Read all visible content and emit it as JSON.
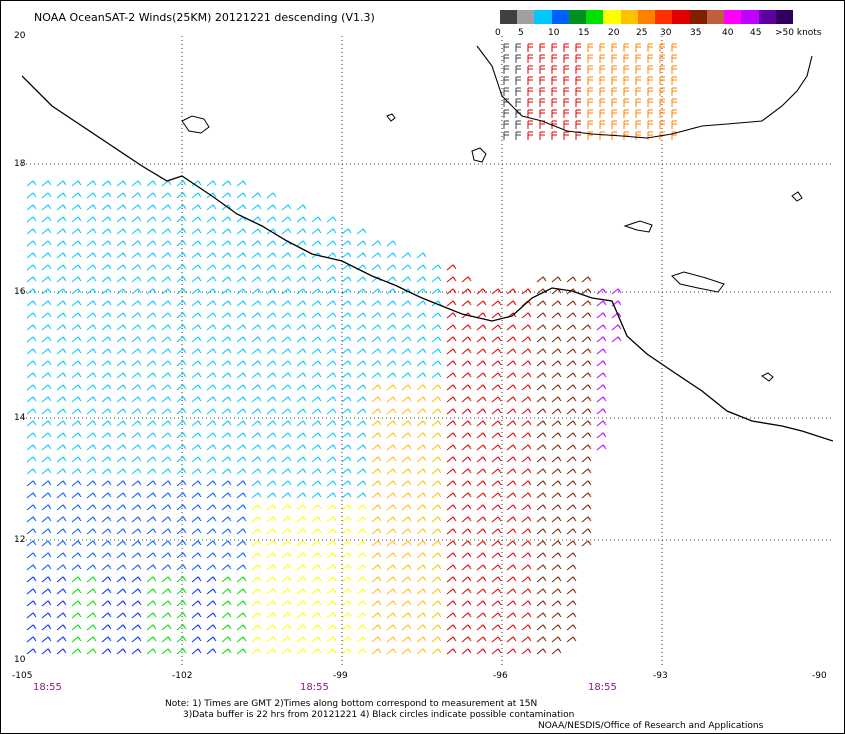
{
  "title": "NOAA OceanSAT-2 Winds(25KM) 20121221 descending (V1.3)",
  "legend": {
    "colors": [
      "#404040",
      "#a0a0a0",
      "#00c8ff",
      "#0060ff",
      "#009020",
      "#00e000",
      "#ffff00",
      "#ffc000",
      "#ff8000",
      "#ff3000",
      "#e00000",
      "#802000",
      "#c06040",
      "#ff00ff",
      "#c000ff",
      "#6000a0",
      "#300060"
    ],
    "labels": [
      "0",
      "5",
      "10",
      "15",
      "20",
      "25",
      "30",
      "35",
      "40",
      "45",
      ">50 knots"
    ]
  },
  "lat_labels": [
    "20",
    "18",
    "16",
    "14",
    "12",
    "10"
  ],
  "lon_labels": [
    "-105",
    "-102",
    "-99",
    "-96",
    "-93",
    "-90"
  ],
  "time_labels": [
    "18:55",
    "18:55",
    "18:55"
  ],
  "notes": [
    "Note: 1) Times are GMT 2)Times along bottom correspond to measurement at 15N",
    "3)Data buffer is 22 hrs from 20121221 4) Black circles indicate possible contamination",
    "NOAA/NESDIS/Office of Research and Applications"
  ],
  "map_elements": {
    "coastline_color": "#000000",
    "grid": "dotted"
  }
}
